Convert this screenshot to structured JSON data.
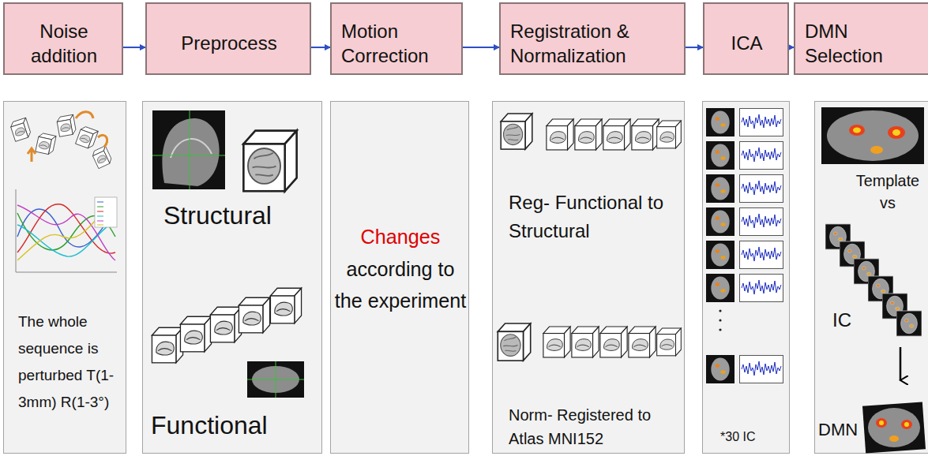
{
  "diagram": {
    "nodes": [
      {
        "text": [
          "Noise addition"
        ]
      },
      {
        "text": [
          "Preprocess"
        ]
      },
      {
        "text": [
          "Motion Correction"
        ]
      },
      {
        "text": [
          "Registration & Normalization"
        ]
      },
      {
        "text": [
          "ICA"
        ]
      },
      {
        "text": [
          "DMN Selection"
        ]
      },
      {
        "text": [
          "The whole sequence is perturbed T(1-3mm) R(1-3°)"
        ]
      },
      {
        "text": [
          "Structural",
          "Functional"
        ]
      },
      {
        "text": [
          "Changes",
          "according to the experiment"
        ]
      },
      {
        "text": [
          "Reg- Functional to Structural",
          "Norm- Registered to Atlas MNI152"
        ]
      },
      {
        "text": [
          "*30 IC"
        ]
      },
      {
        "text": [
          "Template vs",
          "IC",
          "DMN"
        ]
      }
    ],
    "edges": [
      {
        "from": 0,
        "to": 1,
        "arrow": "to"
      },
      {
        "from": 1,
        "to": 2,
        "arrow": "to"
      },
      {
        "from": 2,
        "to": 3,
        "arrow": "to"
      },
      {
        "from": 3,
        "to": 4,
        "arrow": "to"
      },
      {
        "from": 4,
        "to": 5,
        "arrow": "to"
      }
    ]
  }
}
